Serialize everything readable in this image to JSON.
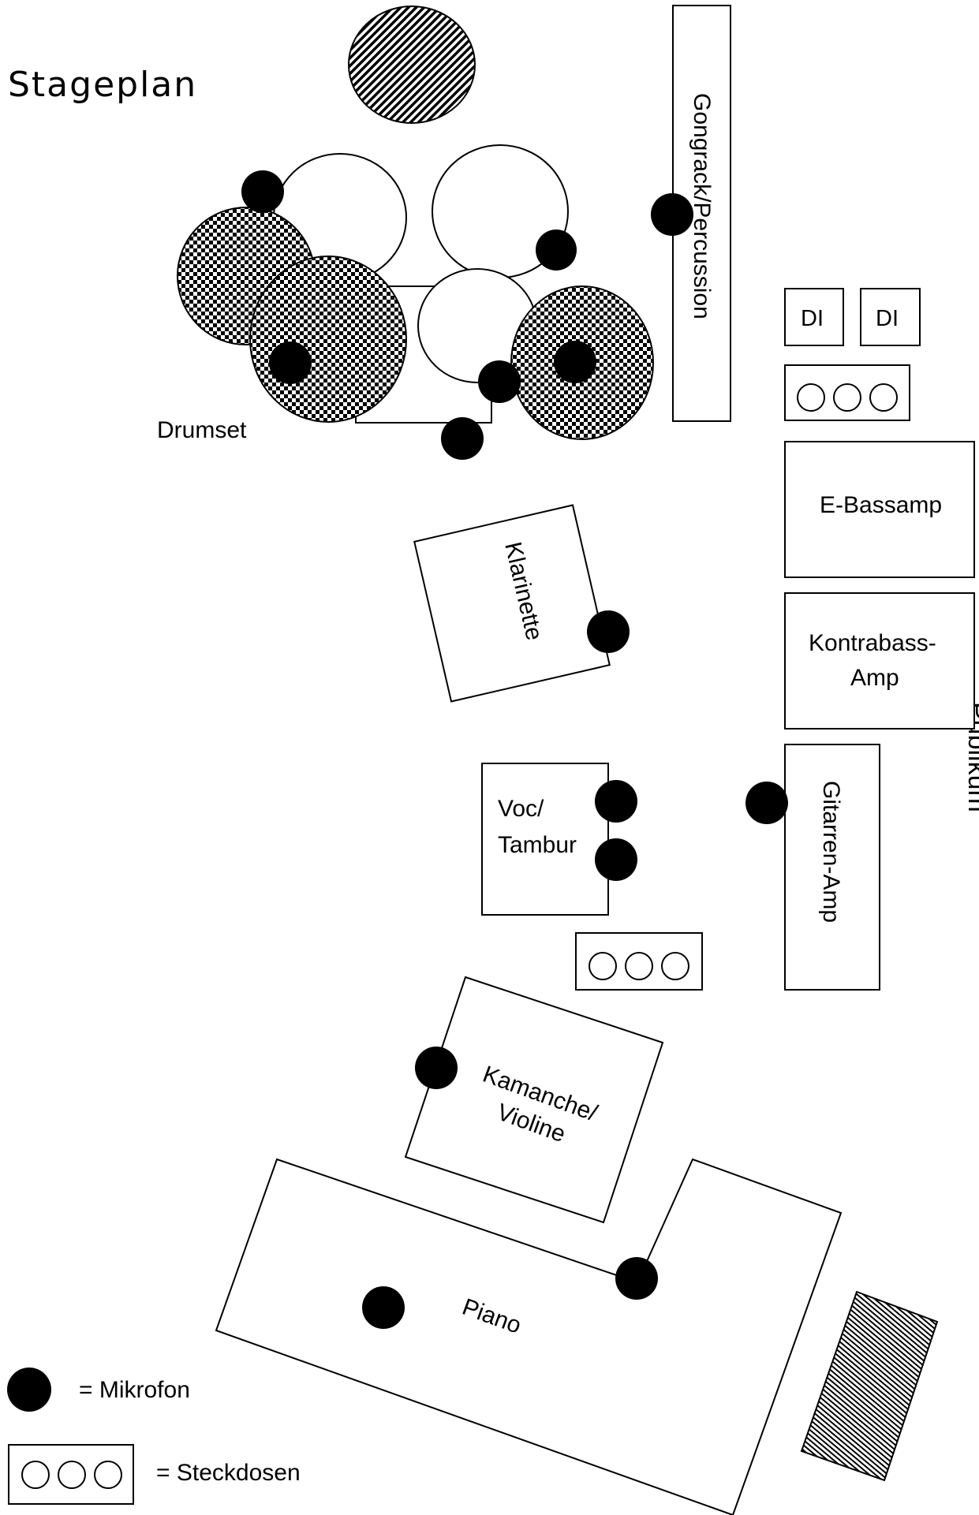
{
  "title": "Stageplan",
  "audience_label": "Publikum",
  "labels": {
    "drumset": "Drumset",
    "gongrack": "Gongrack/Percussion",
    "di_1": "DI",
    "di_2": "DI",
    "bassamp": "E-Bassamp",
    "kontrabass_line1": "Kontrabass-",
    "kontrabass_line2": "Amp",
    "klarinette": "Klarinette",
    "voc_line1": "Voc/",
    "voc_line2": "Tambur",
    "gitarren": "Gitarren-Amp",
    "kamanche_line1": "Kamanche/",
    "kamanche_line2": "Violine",
    "piano": "Piano"
  },
  "legend": {
    "mikrofon": "= Mikrofon",
    "steckdosen": "= Steckdosen"
  },
  "colors": {
    "ink": "#000000",
    "background": "#ffffff"
  }
}
